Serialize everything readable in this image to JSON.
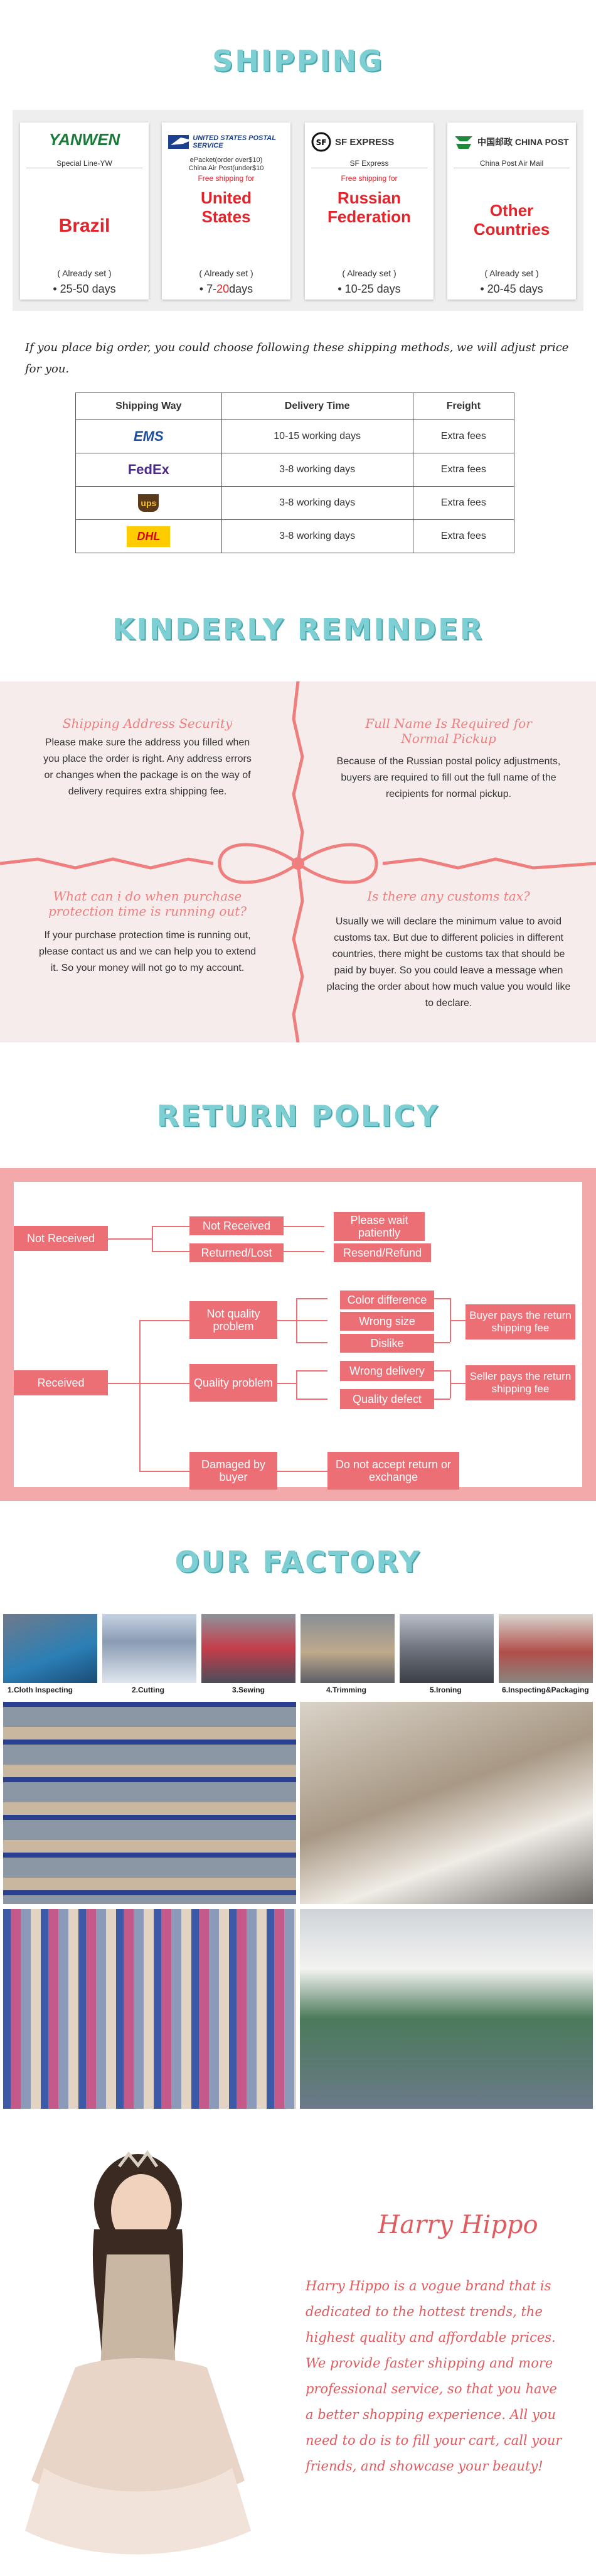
{
  "shipping": {
    "title": "SHIPPING",
    "cards": [
      {
        "logo": "YANWEN",
        "service": "Special Line-YW",
        "note": "",
        "destination_lines": [
          "Brazil"
        ],
        "already_set": "( Already set )",
        "days": "25-50 days"
      },
      {
        "logo": "UNITED STATES POSTAL SERVICE",
        "service": "ePacket(order over$10)\nChina Air Post(under$10",
        "note": "Free shipping for",
        "destination_lines": [
          "United",
          "States"
        ],
        "already_set": "( Already set )",
        "days_prefix": "7-",
        "days_highlight": "20",
        "days_suffix": "days"
      },
      {
        "logo": "SF EXPRESS",
        "service": "SF Express",
        "note": "Free shipping for",
        "destination_lines": [
          "Russian",
          "Federation"
        ],
        "already_set": "( Already set )",
        "days": "10-25 days"
      },
      {
        "logo": "中国邮政 CHINA POST",
        "service": "China Post Air Mail",
        "note": "",
        "destination_lines": [
          "Other",
          "Countries"
        ],
        "already_set": "( Already set )",
        "days": "20-45 days"
      }
    ],
    "intro": "If you place big order, you could choose following these shipping methods, we will adjust price for you.",
    "table": {
      "headers": [
        "Shipping Way",
        "Delivery Time",
        "Freight"
      ],
      "rows": [
        {
          "carrier": "EMS",
          "time": "10-15 working days",
          "freight": "Extra fees"
        },
        {
          "carrier": "FedEx",
          "time": "3-8 working days",
          "freight": "Extra fees"
        },
        {
          "carrier": "ups",
          "time": "3-8 working days",
          "freight": "Extra fees"
        },
        {
          "carrier": "DHL",
          "time": "3-8 working days",
          "freight": "Extra fees"
        }
      ]
    }
  },
  "reminder": {
    "title": "KINDERLY REMINDER",
    "blocks": [
      {
        "heading": "Shipping Address Security",
        "text": "Please make sure the address you filled when you place the order is right. Any address errors or changes when the package is on the way of delivery requires extra shipping fee."
      },
      {
        "heading": "Full Name Is Required for Normal Pickup",
        "text": "Because of the Russian postal policy adjustments, buyers are required to fill out the full name of the recipients for normal pickup."
      },
      {
        "heading": "What can i do when purchase protection time is running out?",
        "text": "If your purchase protection time is running out, please contact us and we can help you to extend it. So your money will not go to my account."
      },
      {
        "heading": "Is there any customs tax?",
        "text": "Usually we will declare the minimum value to avoid customs tax. But due to different policies in different countries, there might be customs tax that should be paid by buyer. So you could leave a message when placing the order about how much value you would like to declare."
      }
    ]
  },
  "return_policy": {
    "title": "RETURN POLICY",
    "not_received": "Not Received",
    "not_received_sub": "Not Received",
    "returned_lost": "Returned/Lost",
    "please_wait": "Please wait patiently",
    "resend_refund": "Resend/Refund",
    "received": "Received",
    "not_quality": "Not quality problem",
    "color_difference": "Color difference",
    "wrong_size": "Wrong size",
    "dislike": "Dislike",
    "buyer_pays": "Buyer pays the return shipping fee",
    "quality_problem": "Quality problem",
    "wrong_delivery": "Wrong delivery",
    "quality_defect": "Quality defect",
    "seller_pays": "Seller pays the return shipping fee",
    "damaged": "Damaged by buyer",
    "no_return": "Do not accept return or exchange"
  },
  "factory": {
    "title": "OUR FACTORY",
    "steps": [
      "1.Cloth Inspecting",
      "2.Cutting",
      "3.Sewing",
      "4.Trimming",
      "5.Ironing",
      "6.Inspecting&Packaging"
    ]
  },
  "brand": {
    "title": "Harry Hippo",
    "lines": [
      "Harry Hippo is a vogue brand that is",
      "dedicated to the hottest trends, the",
      "highest quality and affordable prices.",
      "We provide faster shipping and more",
      "professional service, so that you have",
      "a better shopping experience. All you",
      "need to do is to fill your cart, call your",
      "friends, and showcase your beauty!"
    ]
  },
  "colors": {
    "accent_red": "#e3242b",
    "title_teal": "#7ecfd3",
    "pink": "#ec6f76",
    "brand_pink": "#e05a5e"
  }
}
